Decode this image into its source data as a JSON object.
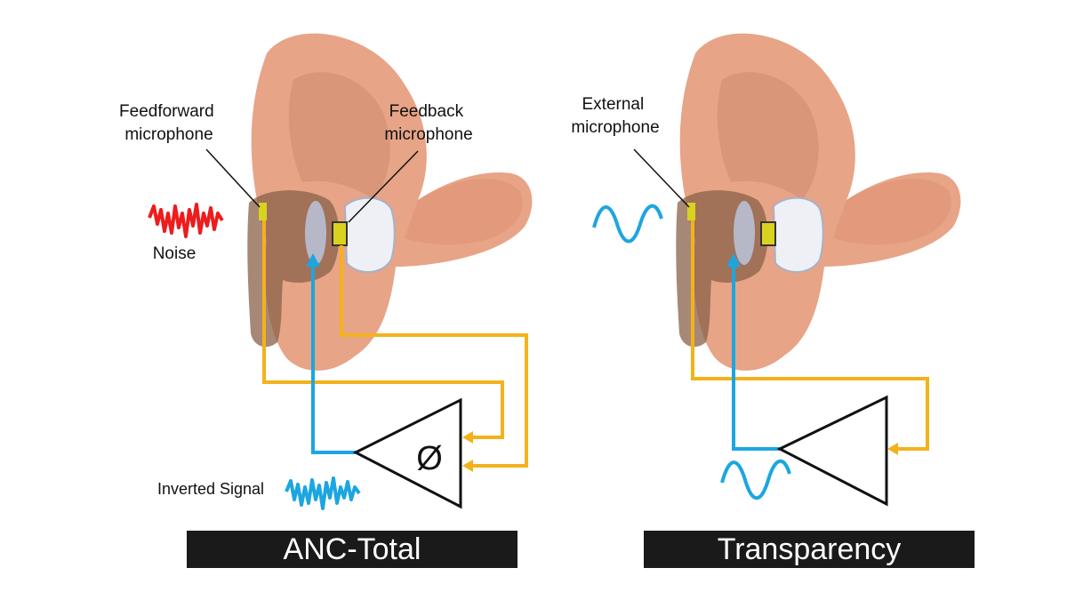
{
  "panels": {
    "anc": {
      "title": "ANC-Total",
      "feedforward_label": [
        "Feedforward",
        "microphone"
      ],
      "feedback_label": [
        "Feedback",
        "microphone"
      ],
      "noise_label": "Noise",
      "inverted_label": "Inverted Signal",
      "phase_symbol": "Ø"
    },
    "transparency": {
      "title": "Transparency",
      "external_label": [
        "External",
        "microphone"
      ]
    }
  },
  "colors": {
    "ear_skin": "#e7a487",
    "ear_shadow": "#cf8a6e",
    "earbud": "#8a6048",
    "signal_orange": "#f3b21c",
    "signal_blue": "#1ca6e0",
    "noise_red": "#ee1c1c",
    "mic_yellow": "#d9d21e",
    "banner_bg": "#1a1a1a"
  }
}
